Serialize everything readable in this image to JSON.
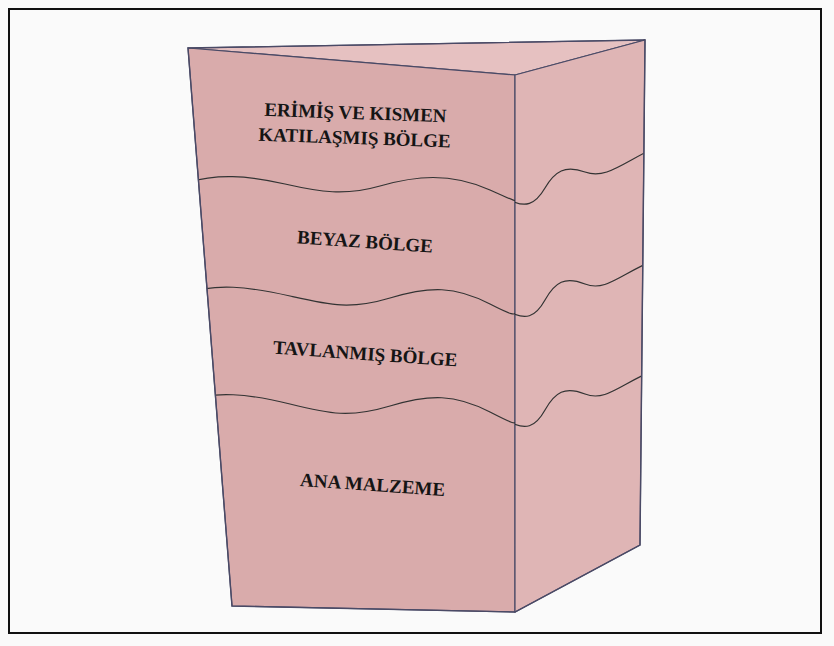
{
  "diagram": {
    "nodes": [
      {
        "text": [
          "ERİMİŞ VE KISMEN KATILAŞMIŞ BÖLGE"
        ]
      },
      {
        "text": [
          "BEYAZ BÖLGE"
        ]
      },
      {
        "text": [
          "TAVLANMIŞ BÖLGE"
        ]
      },
      {
        "text": [
          "ANA MALZEME"
        ]
      }
    ]
  }
}
